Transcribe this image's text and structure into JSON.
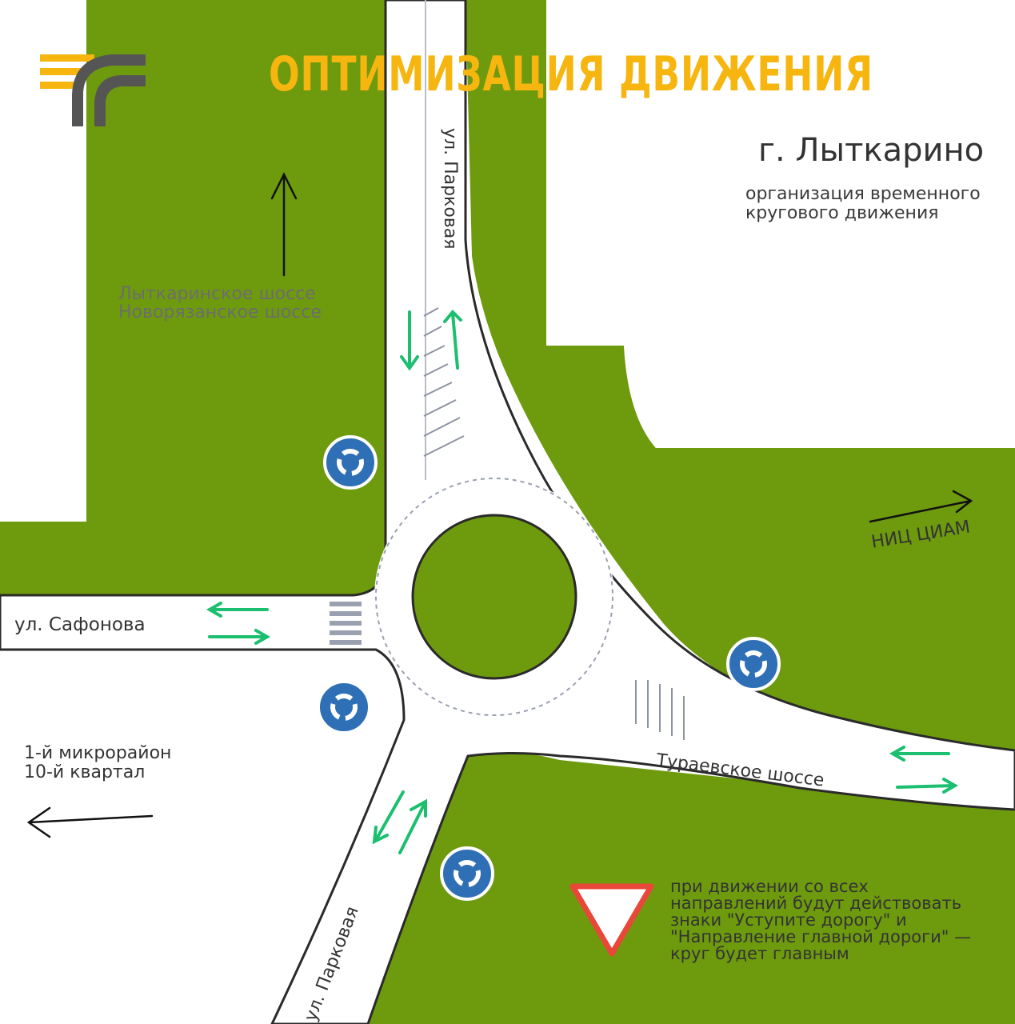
{
  "header": {
    "title": "ОПТИМИЗАЦИЯ ДВИЖЕНИЯ",
    "city": "г. Лыткарино",
    "subtitle_lines": [
      "организация временного",
      "кругового движения"
    ]
  },
  "destinations": {
    "north_lines": [
      "Лыткаринское шоссе",
      "Новорязанское шоссе"
    ],
    "west_lines": [
      "1-й микрорайон",
      "10-й квартал"
    ],
    "east": "НИЦ ЦИАМ"
  },
  "streets": {
    "safonova": "ул. Сафонова",
    "parkovaya_north": "ул. Парковая",
    "parkovaya_south": "ул. Парковая",
    "turaevskoe": "Тураевское шоссе"
  },
  "note_lines": [
    "при движении со всех",
    "направлений будут действовать",
    "знаки \"Уступите дорогу\" и",
    "\"Направление главной дороги\" —",
    "круг будет главным"
  ],
  "icons": {
    "roundabout_sign": "roundabout-sign-icon",
    "yield_sign": "yield-sign-icon",
    "logo": "road-logo-icon"
  },
  "colors": {
    "grass": "#6e9a0e",
    "road": "#ffffff",
    "title": "#f6b50f",
    "arrow_green": "#1bbf6f",
    "sign_blue": "#2f6fb5",
    "yield_red": "#e8473a",
    "logo_dark": "#555555"
  }
}
